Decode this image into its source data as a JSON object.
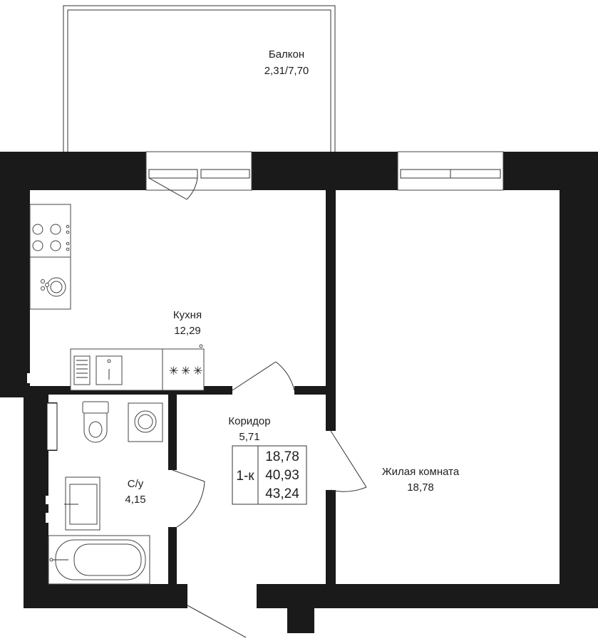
{
  "rooms": {
    "balcony": {
      "name": "Балкон",
      "area": "2,31/7,70"
    },
    "kitchen": {
      "name": "Кухня",
      "area": "12,29"
    },
    "corridor": {
      "name": "Коридор",
      "area": "5,71"
    },
    "bathroom": {
      "name": "С/у",
      "area": "4,15"
    },
    "living": {
      "name": "Жилая комната",
      "area": "18,78"
    }
  },
  "summary": {
    "type": "1-к",
    "living_area": "18,78",
    "total_area": "40,93",
    "total_with_balcony": "43,24"
  },
  "colors": {
    "wall": "#1a1a1a",
    "line": "#333333",
    "background": "#ffffff"
  },
  "icons": [
    "stove-icon",
    "oven-icon",
    "sink-icon",
    "cooktop-icon",
    "toilet-icon",
    "washing-machine-icon",
    "washbasin-icon",
    "bathtub-icon"
  ]
}
